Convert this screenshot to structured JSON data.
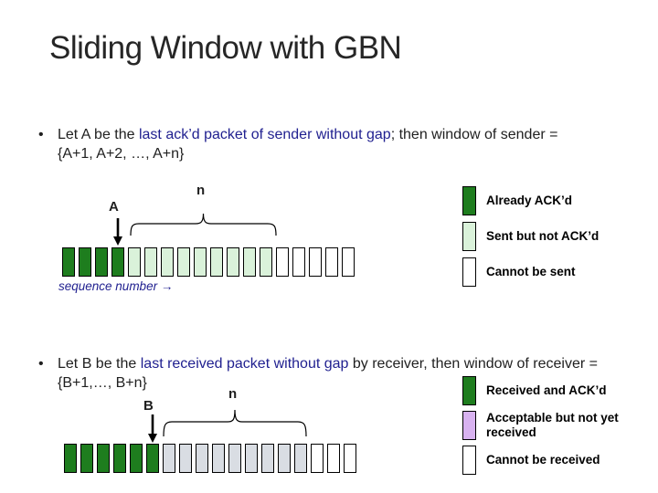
{
  "slide": {
    "title": "Sliding Window with GBN"
  },
  "colors": {
    "title_text": "#262626",
    "body_text": "#1f1f1f",
    "highlight_blue": "#1f1f8f",
    "annotation_blue": "#1f1f8f",
    "already_acked": "#1e7d1e",
    "sent_not_acked": "#daf2da",
    "cannot_be_sent": "#ffffff",
    "received_acked": "#1e7d1e",
    "acceptable_box": "#d9dde3",
    "acceptable_legend": "#d8b2f0",
    "cannot_be_received": "#ffffff",
    "box_border": "#000000"
  },
  "bullet1": {
    "marker": "•",
    "segments": [
      {
        "text": "Let A be the ",
        "style": "normal"
      },
      {
        "text": "last ack’d packet of sender without gap",
        "style": "highlight"
      },
      {
        "text": "; then window of sender = {A+1, A+2, …, A+n}",
        "style": "normal"
      }
    ]
  },
  "diagram1": {
    "pointer_label": "A",
    "brace_label": "n",
    "axis_label": "sequence number →",
    "boxes": [
      "already_acked",
      "already_acked",
      "already_acked",
      "already_acked",
      "sent_not_acked",
      "sent_not_acked",
      "sent_not_acked",
      "sent_not_acked",
      "sent_not_acked",
      "sent_not_acked",
      "sent_not_acked",
      "sent_not_acked",
      "sent_not_acked",
      "cannot_be_sent",
      "cannot_be_sent",
      "cannot_be_sent",
      "cannot_be_sent",
      "cannot_be_sent"
    ]
  },
  "legend1": {
    "items": [
      {
        "color": "already_acked",
        "label": "Already ACK’d"
      },
      {
        "color": "sent_not_acked",
        "label": "Sent but not ACK’d"
      },
      {
        "color": "cannot_be_sent",
        "label": "Cannot be sent"
      }
    ]
  },
  "bullet2": {
    "marker": "•",
    "segments": [
      {
        "text": "Let B be the ",
        "style": "normal"
      },
      {
        "text": "last received packet without gap",
        "style": "highlight"
      },
      {
        "text": " by receiver, then window of receiver = {B+1,…, B+n}",
        "style": "normal"
      }
    ]
  },
  "diagram2": {
    "pointer_label": "B",
    "brace_label": "n",
    "boxes": [
      "received_acked",
      "received_acked",
      "received_acked",
      "received_acked",
      "received_acked",
      "received_acked",
      "acceptable_box",
      "acceptable_box",
      "acceptable_box",
      "acceptable_box",
      "acceptable_box",
      "acceptable_box",
      "acceptable_box",
      "acceptable_box",
      "acceptable_box",
      "cannot_be_received",
      "cannot_be_received",
      "cannot_be_received"
    ]
  },
  "legend2": {
    "items": [
      {
        "color": "received_acked",
        "label": "Received and ACK’d"
      },
      {
        "color": "acceptable_legend",
        "label": "Acceptable but not yet received"
      },
      {
        "color": "cannot_be_received",
        "label": "Cannot be received"
      }
    ]
  }
}
